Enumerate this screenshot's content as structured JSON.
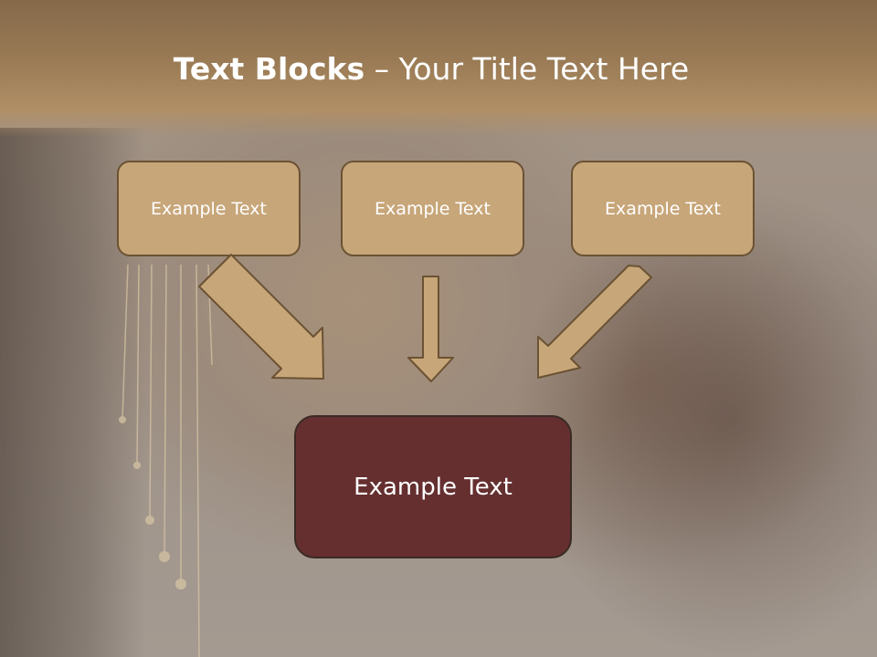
{
  "title": {
    "bold": "Text Blocks",
    "dash": " – ",
    "rest": "Your Title Text Here"
  },
  "blocks": [
    {
      "label": "Example Text"
    },
    {
      "label": "Example Text"
    },
    {
      "label": "Example Text"
    }
  ],
  "main_block": {
    "label": "Example Text"
  },
  "colors": {
    "title_bar": "#9a7b55",
    "block_fill": "#c7a679",
    "block_border": "#6b5233",
    "main_fill": "#652f30",
    "arrow_fill": "#c7a679"
  }
}
